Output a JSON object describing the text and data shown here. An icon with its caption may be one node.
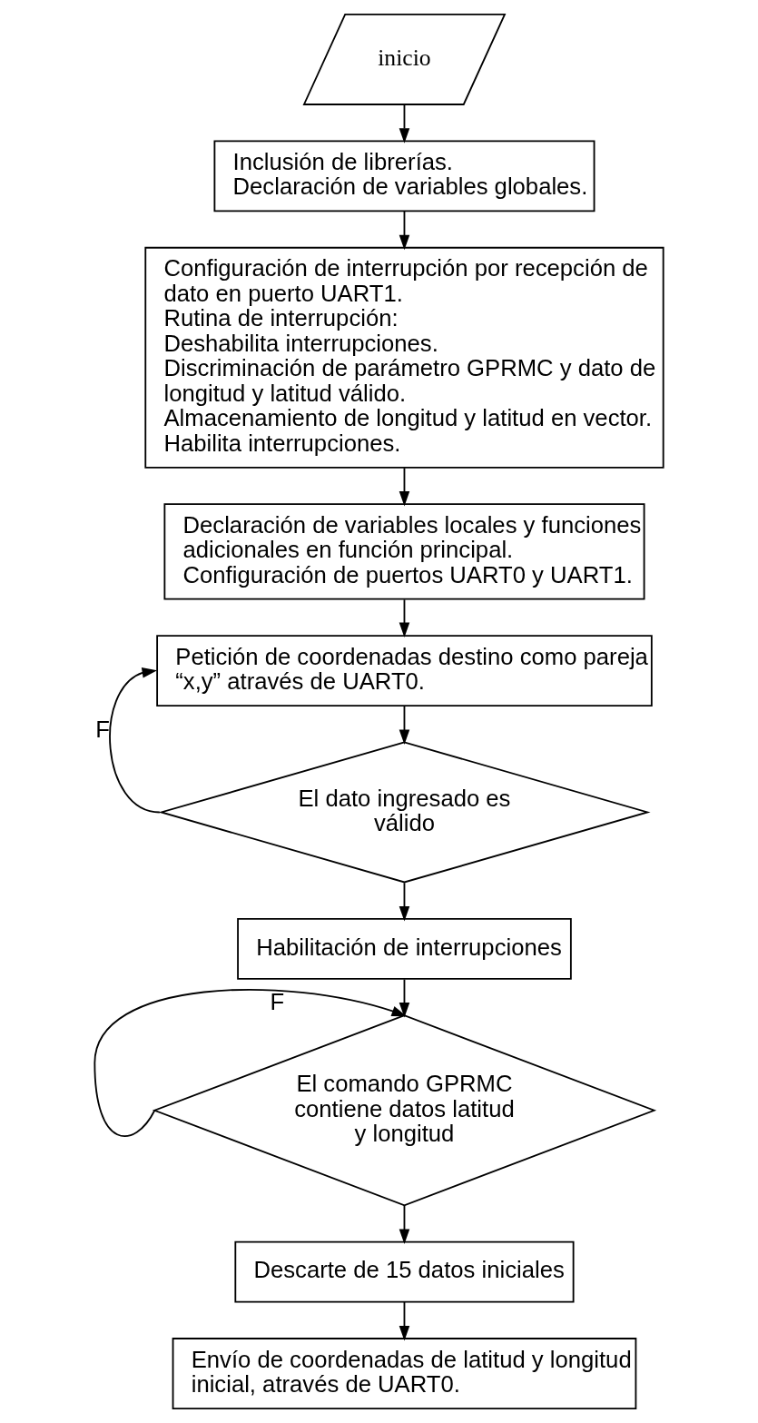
{
  "diagram": {
    "nodes": [
      {
        "text": [
          "inicio"
        ]
      },
      {
        "text": [
          "Inclusión de librerías.",
          "Declaración de variables globales."
        ]
      },
      {
        "text": [
          "Configuración de interrupción por recepción de dato en puerto UART1.",
          "Rutina de interrupción:",
          "Deshabilita interrupciones.",
          "Discriminación de parámetro GPRMC y dato de longitud y latitud válido.",
          "Almacenamiento de longitud y latitud en vector.",
          "Habilita interrupciones."
        ]
      },
      {
        "text": [
          "Declaración de variables locales y funciones adicionales en función principal.",
          "Configuración de puertos UART0 y UART1."
        ]
      },
      {
        "text": [
          "Petición de coordenadas destino como pareja “x,y” através de UART0."
        ]
      },
      {
        "text": [
          "El dato ingresado es válido"
        ]
      },
      {
        "text": [
          "Habilitación de interrupciones"
        ]
      },
      {
        "text": [
          "El comando GPRMC contiene datos latitud y longitud"
        ]
      },
      {
        "text": [
          "Descarte de 15 datos iniciales"
        ]
      },
      {
        "text": [
          "Envío de coordenadas de latitud y longitud inicial, através de UART0."
        ]
      }
    ],
    "edges": [
      {
        "from": 0,
        "to": 1,
        "arrow": "to"
      },
      {
        "from": 1,
        "to": 2,
        "arrow": "to"
      },
      {
        "from": 2,
        "to": 3,
        "arrow": "to"
      },
      {
        "from": 3,
        "to": 4,
        "arrow": "to"
      },
      {
        "from": 4,
        "to": 5,
        "arrow": "to"
      },
      {
        "from": 5,
        "to": 4,
        "arrow": "to",
        "label": "F"
      },
      {
        "from": 5,
        "to": 6,
        "arrow": "to"
      },
      {
        "from": 6,
        "to": 7,
        "arrow": "to"
      },
      {
        "from": 7,
        "to": 7,
        "arrow": "to",
        "label": "F"
      },
      {
        "from": 7,
        "to": 8,
        "arrow": "to"
      },
      {
        "from": 8,
        "to": 9,
        "arrow": "to"
      }
    ]
  }
}
